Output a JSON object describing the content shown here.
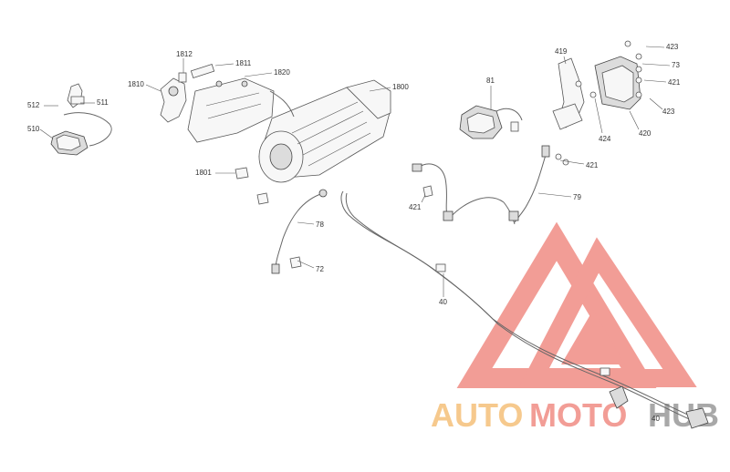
{
  "labels": {
    "l1812": "1812",
    "l1811": "1811",
    "l1810": "1810",
    "l1820": "1820",
    "l1800": "1800",
    "l1801": "1801",
    "l512": "512",
    "l511": "511",
    "l510": "510",
    "l81": "81",
    "l419": "419",
    "l423": "423",
    "l73": "73",
    "l421a": "421",
    "l421b": "421",
    "l421c": "421",
    "l424": "424",
    "l420": "420",
    "l423b": "423",
    "l79": "79",
    "l78": "78",
    "l72": "72",
    "l40a": "40",
    "l40b": "40"
  },
  "watermark": {
    "part1": "AUTO",
    "part2": "MOTO",
    "part3": "HUB",
    "color_orange": "#f5c07a",
    "color_red": "#f08c84",
    "color_gray": "#9a9a9a"
  }
}
